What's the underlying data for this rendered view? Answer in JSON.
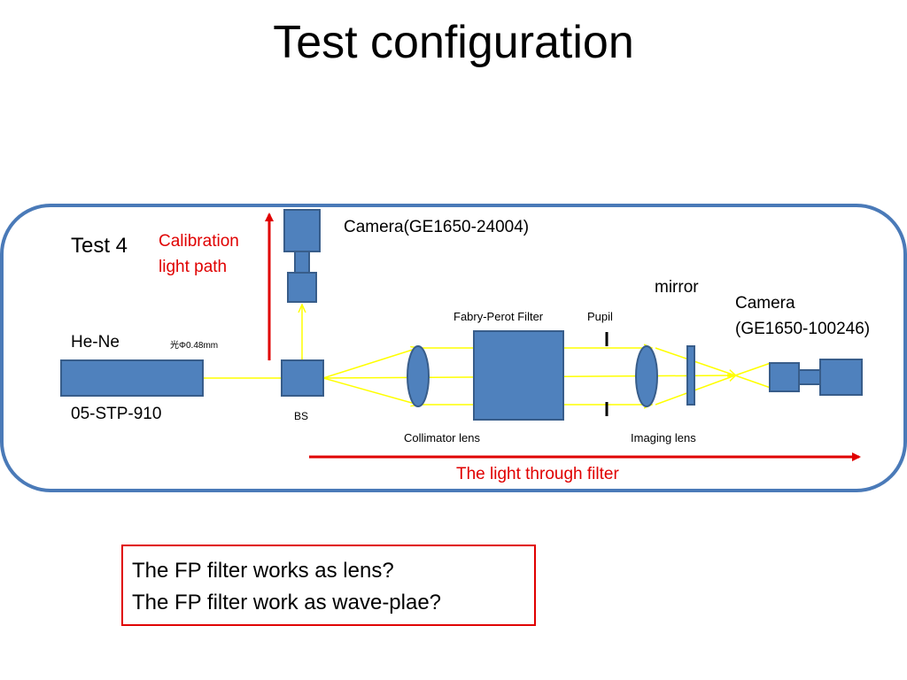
{
  "title": "Test configuration",
  "labels": {
    "test": "Test 4",
    "calibration": "Calibration\nlight path",
    "calibration_line1": "Calibration",
    "calibration_line2": "light path",
    "camera_top": "Camera(GE1650-24004)",
    "mirror": "mirror",
    "camera_right_line1": "Camera",
    "camera_right_line2": "(GE1650-100246)",
    "fabry_perot": "Fabry-Perot Filter",
    "pupil": "Pupil",
    "he_ne": "He-Ne",
    "beam_diameter": "光Φ0.48mm",
    "laser_model": "05-STP-910",
    "bs": "BS",
    "collimator": "Collimator lens",
    "imaging": "Imaging lens",
    "light_through_filter": "The light through filter"
  },
  "questions": [
    "The FP filter works as lens?",
    "The FP filter work as wave-plae?"
  ],
  "colors": {
    "component_fill": "#4f81bd",
    "component_stroke": "#385d8a",
    "frame_stroke": "#4a7ab8",
    "beam": "#ffff00",
    "arrow_red": "#e00000"
  }
}
